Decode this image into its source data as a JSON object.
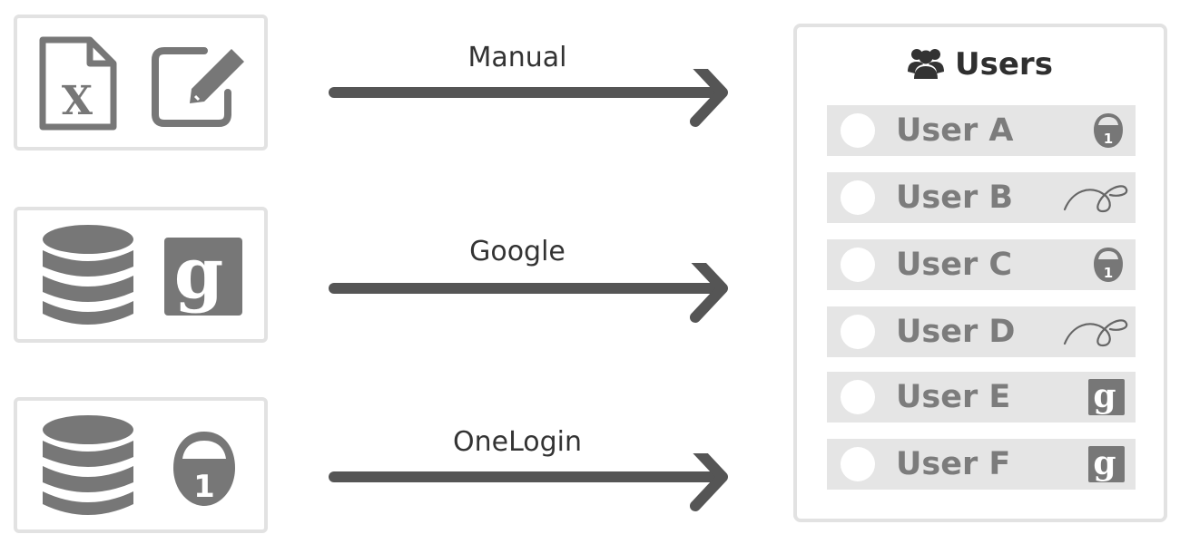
{
  "sources": [
    {
      "id": "manual",
      "label": "Manual",
      "icons": [
        "excel-file-icon",
        "edit-pencil-icon"
      ]
    },
    {
      "id": "google",
      "label": "Google",
      "icons": [
        "database-icon",
        "google-icon"
      ]
    },
    {
      "id": "onelogin",
      "label": "OneLogin",
      "icons": [
        "database-icon",
        "onelogin-icon"
      ]
    }
  ],
  "excel_letter": "X",
  "onelogin_digit": "1",
  "google_letter": "g",
  "users_panel": {
    "title": "Users",
    "title_icon": "users-group-icon",
    "rows": [
      {
        "name": "User A",
        "icon": "onelogin-icon"
      },
      {
        "name": "User B",
        "icon": "signature-icon"
      },
      {
        "name": "User C",
        "icon": "onelogin-icon"
      },
      {
        "name": "User D",
        "icon": "signature-icon"
      },
      {
        "name": "User E",
        "icon": "google-icon"
      },
      {
        "name": "User F",
        "icon": "google-icon"
      }
    ]
  },
  "colors": {
    "icon_gray": "#777777",
    "arrow": "#555555",
    "border": "#e2e2e2",
    "row_bg": "#e5e5e5",
    "user_text": "#7c7c7c"
  }
}
